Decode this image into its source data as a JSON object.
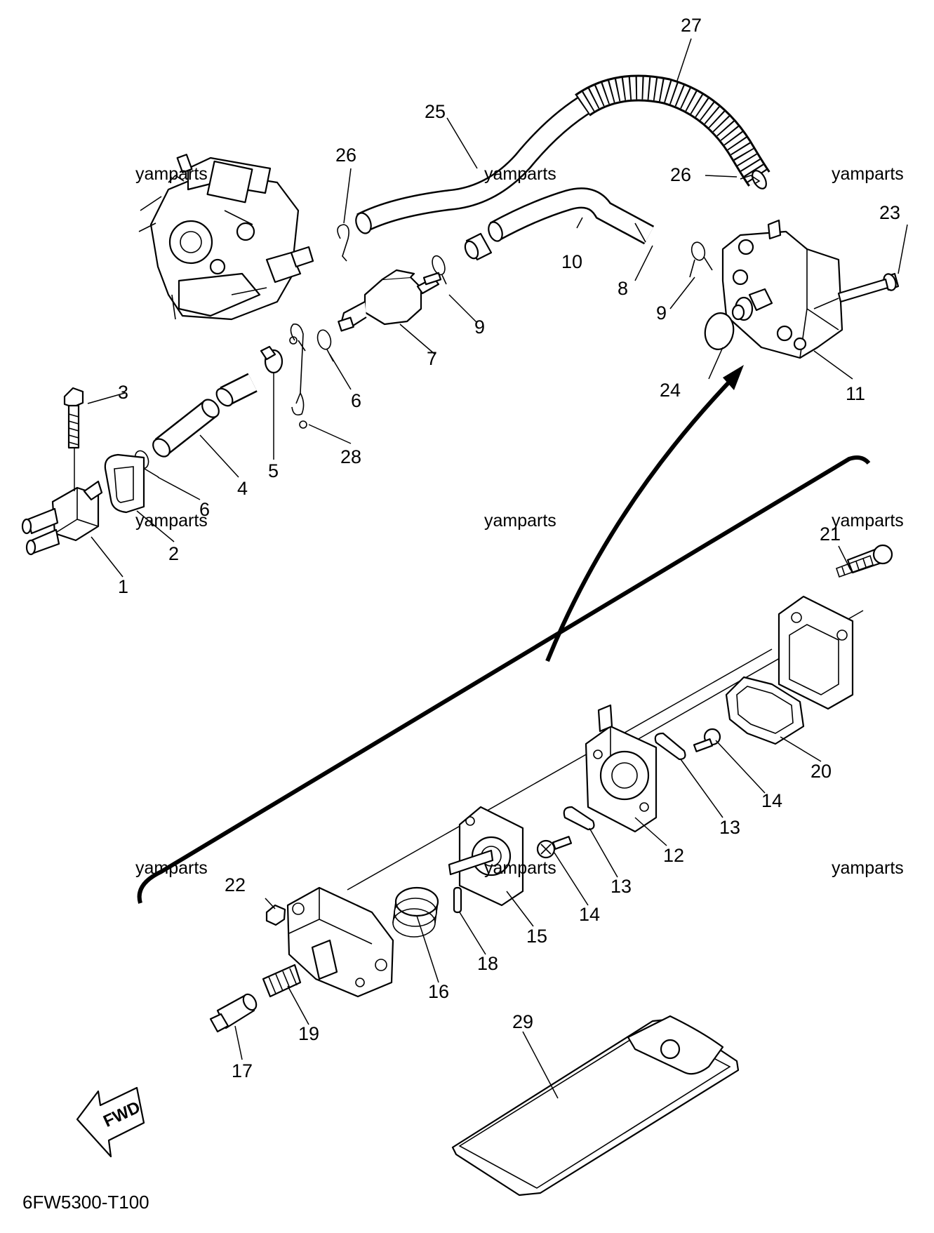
{
  "diagram_code": "6FW5300-T100",
  "fwd_label": "FWD",
  "watermark_text": "yamparts",
  "callouts": [
    {
      "key": "c1",
      "text": "1"
    },
    {
      "key": "c2",
      "text": "2"
    },
    {
      "key": "c3",
      "text": "3"
    },
    {
      "key": "c4",
      "text": "4"
    },
    {
      "key": "c5",
      "text": "5"
    },
    {
      "key": "c6a",
      "text": "6"
    },
    {
      "key": "c6b",
      "text": "6"
    },
    {
      "key": "c7",
      "text": "7"
    },
    {
      "key": "c8",
      "text": "8"
    },
    {
      "key": "c9a",
      "text": "9"
    },
    {
      "key": "c9b",
      "text": "9"
    },
    {
      "key": "c10",
      "text": "10"
    },
    {
      "key": "c11",
      "text": "11"
    },
    {
      "key": "c12",
      "text": "12"
    },
    {
      "key": "c13a",
      "text": "13"
    },
    {
      "key": "c13b",
      "text": "13"
    },
    {
      "key": "c14a",
      "text": "14"
    },
    {
      "key": "c14b",
      "text": "14"
    },
    {
      "key": "c15",
      "text": "15"
    },
    {
      "key": "c16",
      "text": "16"
    },
    {
      "key": "c17",
      "text": "17"
    },
    {
      "key": "c18",
      "text": "18"
    },
    {
      "key": "c19",
      "text": "19"
    },
    {
      "key": "c20",
      "text": "20"
    },
    {
      "key": "c21",
      "text": "21"
    },
    {
      "key": "c22",
      "text": "22"
    },
    {
      "key": "c23",
      "text": "23"
    },
    {
      "key": "c24",
      "text": "24"
    },
    {
      "key": "c25",
      "text": "25"
    },
    {
      "key": "c26a",
      "text": "26"
    },
    {
      "key": "c26b",
      "text": "26"
    },
    {
      "key": "c27",
      "text": "27"
    },
    {
      "key": "c28",
      "text": "28"
    },
    {
      "key": "c29",
      "text": "29"
    }
  ]
}
